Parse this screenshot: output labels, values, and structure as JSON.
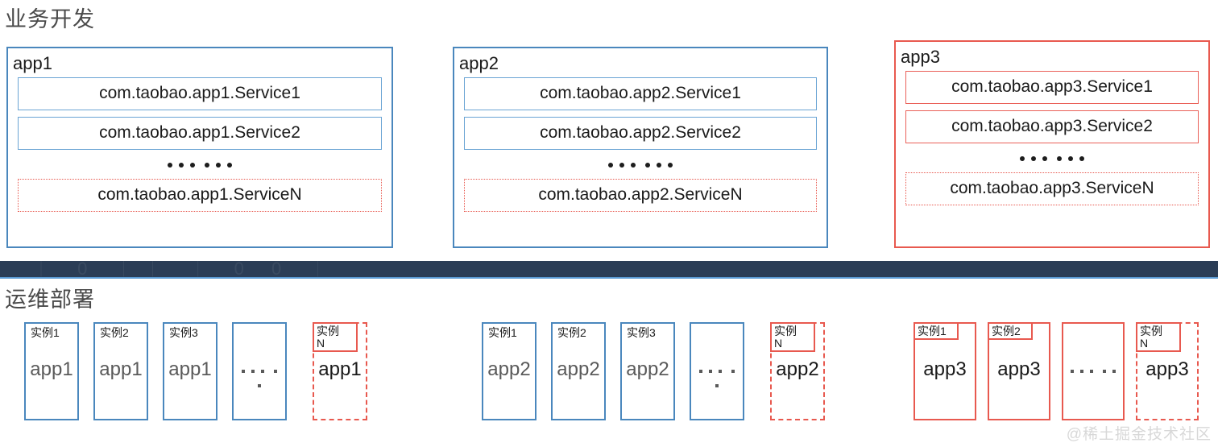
{
  "sections": {
    "development": {
      "heading": "业务开发"
    },
    "operations": {
      "heading": "运维部署"
    }
  },
  "separator": {
    "ghost_text": "｜ 0 ｜｜ ｜ 0 0 ｜"
  },
  "app_panels": [
    {
      "title": "app1",
      "accent": "#4a87bd",
      "services": [
        {
          "label": "com.taobao.app1.Service1",
          "style": "blue-solid"
        },
        {
          "label": "com.taobao.app1.Service2",
          "style": "blue-solid"
        }
      ],
      "dots_count": 6,
      "service_n": {
        "label": "com.taobao.app1.ServiceN",
        "style": "red-dashed"
      }
    },
    {
      "title": "app2",
      "accent": "#4a87bd",
      "services": [
        {
          "label": "com.taobao.app2.Service1",
          "style": "blue-solid"
        },
        {
          "label": "com.taobao.app2.Service2",
          "style": "blue-solid"
        }
      ],
      "dots_count": 6,
      "service_n": {
        "label": "com.taobao.app2.ServiceN",
        "style": "red-dashed"
      }
    },
    {
      "title": "app3",
      "accent": "#e8594f",
      "services": [
        {
          "label": "com.taobao.app3.Service1",
          "style": "red-solid"
        },
        {
          "label": "com.taobao.app3.Service2",
          "style": "red-solid"
        }
      ],
      "dots_count": 6,
      "service_n": {
        "label": "com.taobao.app3.ServiceN",
        "style": "red-dashed"
      }
    }
  ],
  "instance_groups": [
    {
      "app": "app1",
      "instances": [
        {
          "label": "实例1",
          "app": "app1",
          "kind": "solid-blue"
        },
        {
          "label": "实例2",
          "app": "app1",
          "kind": "solid-blue"
        },
        {
          "label": "实例3",
          "app": "app1",
          "kind": "solid-blue"
        },
        {
          "label": "",
          "app": "",
          "kind": "ellipsis-blue"
        },
        {
          "label": "实例\nN",
          "app": "app1",
          "kind": "dashed-red"
        }
      ]
    },
    {
      "app": "app2",
      "instances": [
        {
          "label": "实例1",
          "app": "app2",
          "kind": "solid-blue"
        },
        {
          "label": "实例2",
          "app": "app2",
          "kind": "solid-blue"
        },
        {
          "label": "实例3",
          "app": "app2",
          "kind": "solid-blue"
        },
        {
          "label": "",
          "app": "",
          "kind": "ellipsis-blue"
        },
        {
          "label": "实例\nN",
          "app": "app2",
          "kind": "dashed-red"
        }
      ]
    },
    {
      "app": "app3",
      "instances": [
        {
          "label": "实例1",
          "app": "app3",
          "kind": "solid-red"
        },
        {
          "label": "实例2",
          "app": "app3",
          "kind": "solid-red"
        },
        {
          "label": "",
          "app": "",
          "kind": "ellipsis-red"
        },
        {
          "label": "实例\nN",
          "app": "app3",
          "kind": "dashed-red"
        }
      ]
    }
  ],
  "watermark": {
    "text": "@稀土掘金技术社区"
  },
  "colors": {
    "blue_border": "#4a87bd",
    "blue_light_border": "#6aa4d4",
    "red_border": "#e8594f",
    "heading_gray": "#4a4a4a",
    "separator_navy": "#2b3d56",
    "separator_underline": "#5b9bd5",
    "muted_text": "#5a5a5a",
    "watermark_gray": "#d8d8d8"
  }
}
